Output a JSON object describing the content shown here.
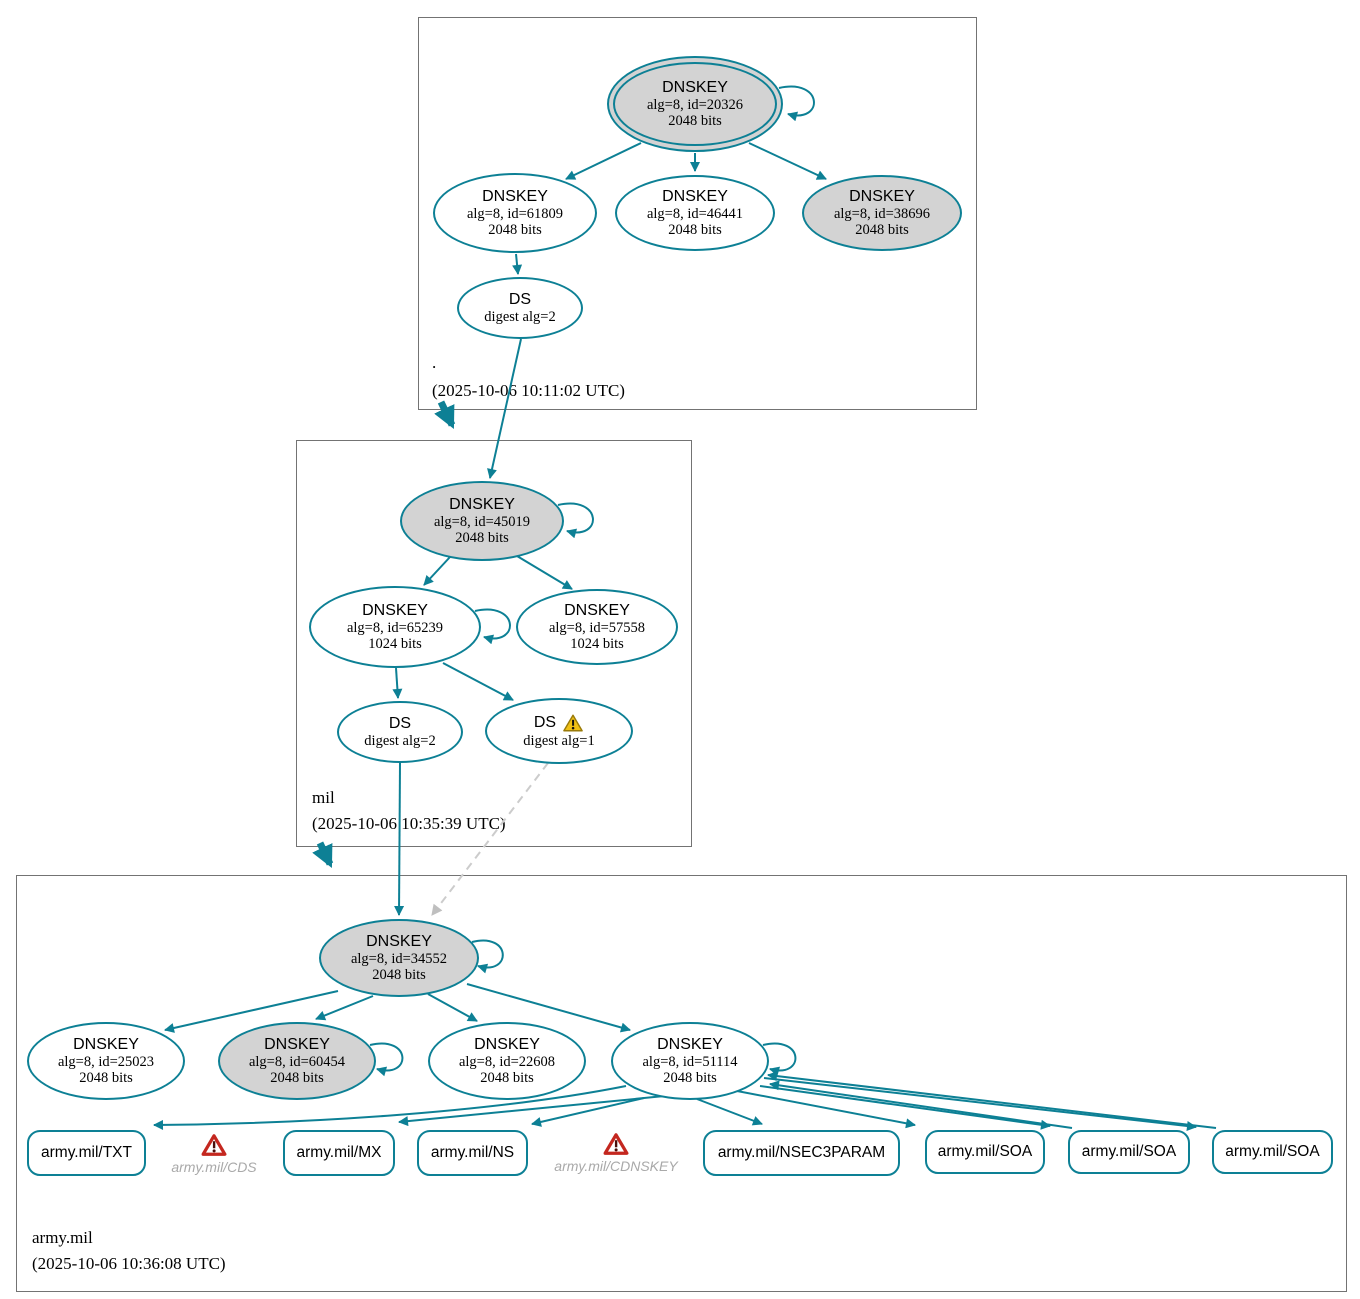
{
  "colors": {
    "edge_teal": "#0d8095",
    "node_fill_gray": "#d3d3d3",
    "warning_red": "#c4271f",
    "warning_yellow": "#f0c015",
    "muted_label": "#a9a9a9",
    "dashed_edge": "#cccccc",
    "box_border": "#737373"
  },
  "zones": [
    {
      "name": ".",
      "timestamp": "(2025-10-06 10:11:02 UTC)",
      "nodes": {
        "ksk": {
          "type": "DNSKEY",
          "detail": "alg=8, id=20326",
          "size": "2048 bits"
        },
        "zsk1": {
          "type": "DNSKEY",
          "detail": "alg=8, id=61809",
          "size": "2048 bits"
        },
        "zsk2": {
          "type": "DNSKEY",
          "detail": "alg=8, id=46441",
          "size": "2048 bits"
        },
        "standby": {
          "type": "DNSKEY",
          "detail": "alg=8, id=38696",
          "size": "2048 bits"
        },
        "ds": {
          "type": "DS",
          "detail": "digest alg=2"
        }
      }
    },
    {
      "name": "mil",
      "timestamp": "(2025-10-06 10:35:39 UTC)",
      "nodes": {
        "ksk": {
          "type": "DNSKEY",
          "detail": "alg=8, id=45019",
          "size": "2048 bits"
        },
        "zsk1": {
          "type": "DNSKEY",
          "detail": "alg=8, id=65239",
          "size": "1024 bits"
        },
        "zsk2": {
          "type": "DNSKEY",
          "detail": "alg=8, id=57558",
          "size": "1024 bits"
        },
        "ds2": {
          "type": "DS",
          "detail": "digest alg=2"
        },
        "ds1": {
          "type": "DS",
          "detail": "digest alg=1"
        }
      }
    },
    {
      "name": "army.mil",
      "timestamp": "(2025-10-06 10:36:08 UTC)",
      "nodes": {
        "ksk": {
          "type": "DNSKEY",
          "detail": "alg=8, id=34552",
          "size": "2048 bits"
        },
        "key1": {
          "type": "DNSKEY",
          "detail": "alg=8, id=25023",
          "size": "2048 bits"
        },
        "key2": {
          "type": "DNSKEY",
          "detail": "alg=8, id=60454",
          "size": "2048 bits"
        },
        "key3": {
          "type": "DNSKEY",
          "detail": "alg=8, id=22608",
          "size": "2048 bits"
        },
        "key4": {
          "type": "DNSKEY",
          "detail": "alg=8, id=51114",
          "size": "2048 bits"
        }
      },
      "rrsets": [
        "army.mil/TXT",
        "army.mil/MX",
        "army.mil/NS",
        "army.mil/NSEC3PARAM",
        "army.mil/SOA",
        "army.mil/SOA",
        "army.mil/SOA"
      ],
      "warnings": [
        "army.mil/CDS",
        "army.mil/CDNSKEY"
      ]
    }
  ]
}
